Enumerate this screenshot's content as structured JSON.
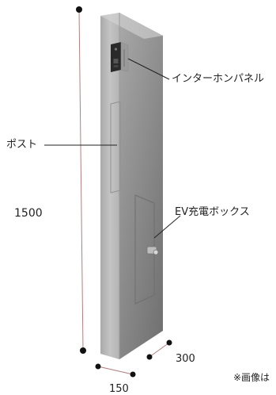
{
  "labels": {
    "intercom_panel": "インターホンパネル",
    "post": "ポスト",
    "ev_charger_box": "EV充電ボックス"
  },
  "dimensions": {
    "height": "1500",
    "width": "150",
    "depth": "300"
  },
  "note": "※画像は",
  "colors": {
    "pillar_front": "#b9b9b9",
    "pillar_side": "#8f8f8f",
    "pillar_top": "#d8d8d8",
    "panel_dark": "#2a2a2a",
    "dimension_line": "#b08080",
    "leader_line": "#222222"
  }
}
